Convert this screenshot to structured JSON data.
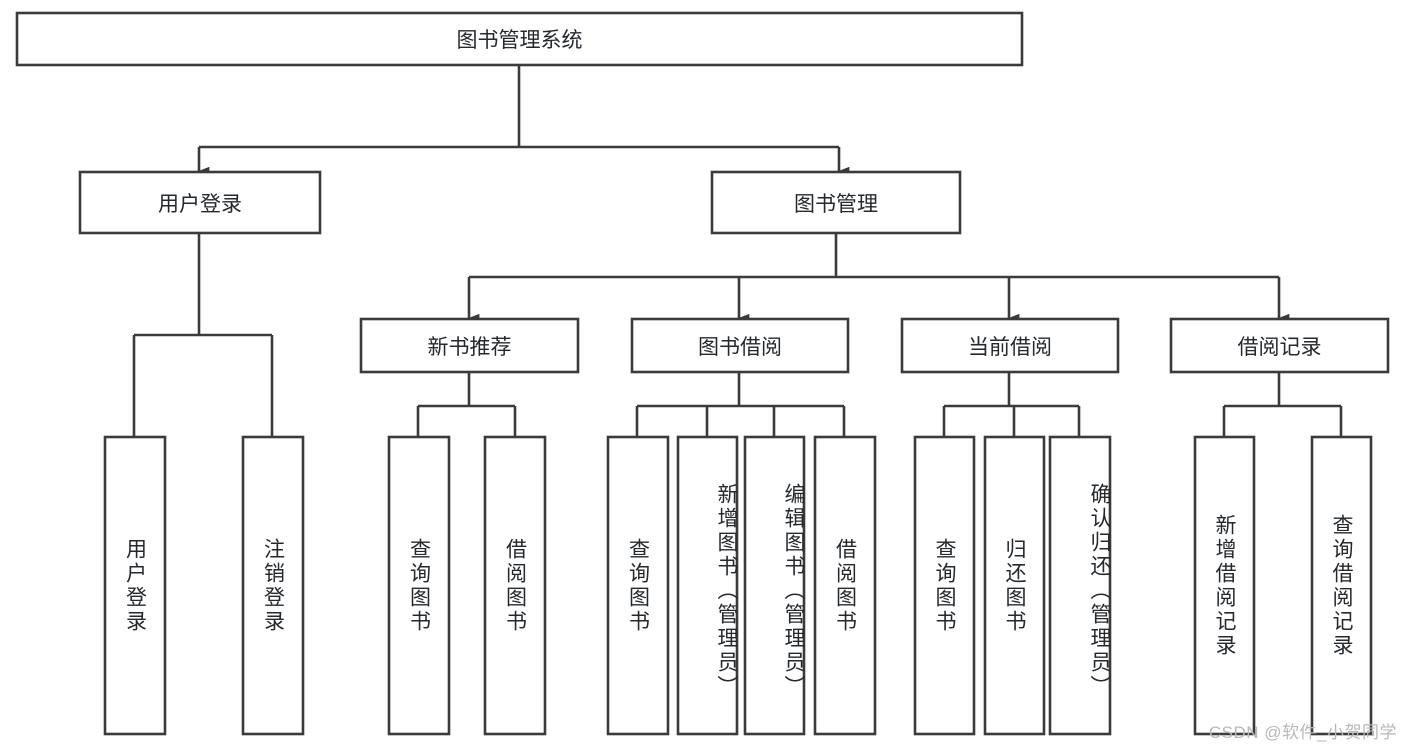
{
  "diagram": {
    "type": "tree-hierarchy-chart",
    "title": "图书管理系统",
    "background_color": "#ffffff",
    "stroke_color": "#3b3b3b",
    "text_color": "#24292e",
    "root": {
      "id": "root",
      "label": "图书管理系统",
      "orientation": "horizontal"
    },
    "level2": [
      {
        "id": "user-login",
        "label": "用户登录",
        "orientation": "horizontal"
      },
      {
        "id": "book-management",
        "label": "图书管理",
        "orientation": "horizontal"
      }
    ],
    "level3": [
      {
        "id": "new-book-recommend",
        "label": "新书推荐",
        "parent": "book-management",
        "orientation": "horizontal"
      },
      {
        "id": "book-borrow",
        "label": "图书借阅",
        "parent": "book-management",
        "orientation": "horizontal"
      },
      {
        "id": "current-borrow",
        "label": "当前借阅",
        "parent": "book-management",
        "orientation": "horizontal"
      },
      {
        "id": "borrow-record",
        "label": "借阅记录",
        "parent": "book-management",
        "orientation": "horizontal"
      }
    ],
    "leaves": [
      {
        "id": "leaf-user-login",
        "label": "用户登录",
        "parent": "user-login",
        "orientation": "vertical"
      },
      {
        "id": "leaf-user-logout",
        "label": "注销登录",
        "parent": "user-login",
        "orientation": "vertical"
      },
      {
        "id": "leaf-query-book-1",
        "label": "查询图书",
        "parent": "new-book-recommend",
        "orientation": "vertical"
      },
      {
        "id": "leaf-borrow-book-1",
        "label": "借阅图书",
        "parent": "new-book-recommend",
        "orientation": "vertical"
      },
      {
        "id": "leaf-query-book-2",
        "label": "查询图书",
        "parent": "book-borrow",
        "orientation": "vertical"
      },
      {
        "id": "leaf-add-book",
        "label": "新增图书（管理员）",
        "parent": "book-borrow",
        "orientation": "vertical"
      },
      {
        "id": "leaf-edit-book",
        "label": "编辑图书（管理员）",
        "parent": "book-borrow",
        "orientation": "vertical"
      },
      {
        "id": "leaf-borrow-book-2",
        "label": "借阅图书",
        "parent": "book-borrow",
        "orientation": "vertical"
      },
      {
        "id": "leaf-query-book-3",
        "label": "查询图书",
        "parent": "current-borrow",
        "orientation": "vertical"
      },
      {
        "id": "leaf-return-book",
        "label": "归还图书",
        "parent": "current-borrow",
        "orientation": "vertical"
      },
      {
        "id": "leaf-confirm-return",
        "label": "确认归还（管理员）",
        "parent": "current-borrow",
        "orientation": "vertical"
      },
      {
        "id": "leaf-add-record",
        "label": "新增借阅记录",
        "parent": "borrow-record",
        "orientation": "vertical"
      },
      {
        "id": "leaf-query-record",
        "label": "查询借阅记录",
        "parent": "borrow-record",
        "orientation": "vertical"
      }
    ]
  },
  "watermark": {
    "text": "CSDN @软件_小贺同学"
  }
}
